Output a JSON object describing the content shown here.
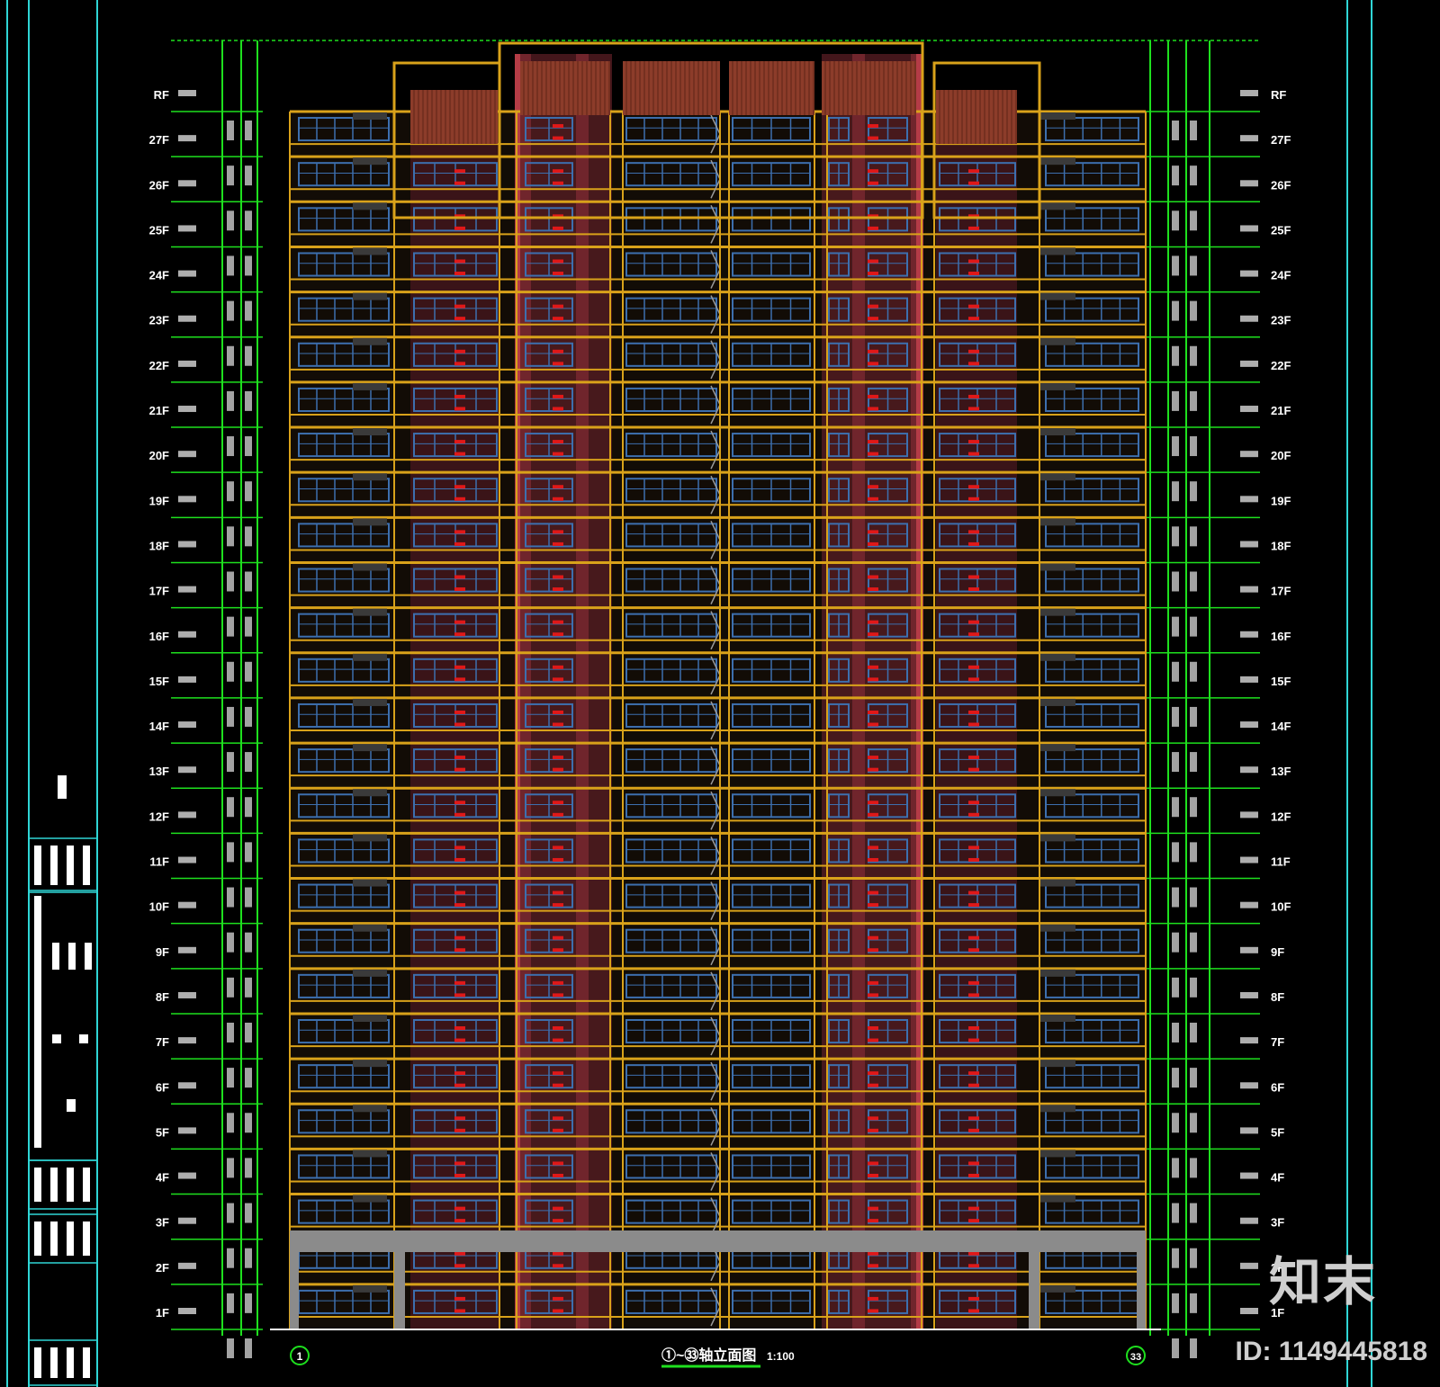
{
  "drawing": {
    "floors": [
      "1F",
      "2F",
      "3F",
      "4F",
      "5F",
      "6F",
      "7F",
      "8F",
      "9F",
      "10F",
      "11F",
      "12F",
      "13F",
      "14F",
      "15F",
      "16F",
      "17F",
      "18F",
      "19F",
      "20F",
      "21F",
      "22F",
      "23F",
      "24F",
      "25F",
      "26F",
      "27F",
      "RF"
    ],
    "axis_start": "1",
    "axis_end": "33",
    "title": "①~㉝轴立面图",
    "scale": "1:100"
  },
  "watermark": {
    "brand": "知末",
    "id_text": "ID: 1149445818"
  },
  "colors": {
    "background": "#000000",
    "frame_cyan": "#2fd6d6",
    "dimension_green": "#1ee01e",
    "facade_yellow": "#d9a21a",
    "column_red": "#b43c46",
    "roof_brown": "#8c3c2a",
    "glass_blue": "#3d6fae",
    "podium_gray": "#8b8b8b",
    "text_white": "#ffffff"
  }
}
